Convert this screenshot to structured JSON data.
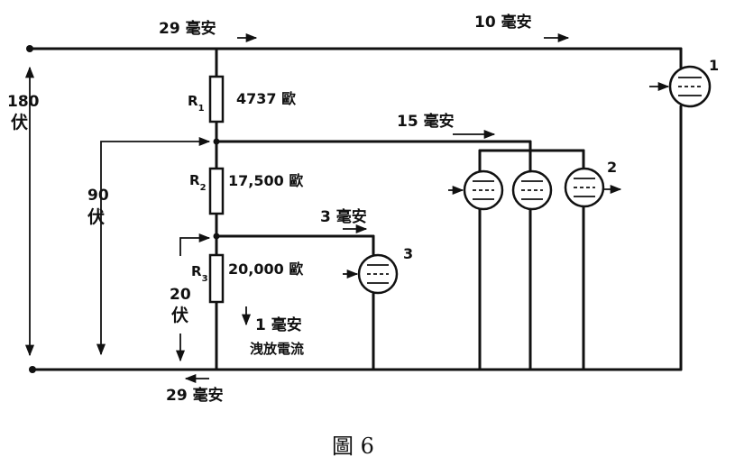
{
  "currents": {
    "top_total": "29 毫安",
    "top_tube1": "10 毫安",
    "mid_tubes2": "15 毫安",
    "tube3": "3 毫安",
    "bleeder": "1 毫安",
    "bleeder_note": "洩放電流",
    "bottom_total": "29 毫安"
  },
  "voltages": {
    "v180_num": "180",
    "v180_unit": "伏",
    "v90_num": "90",
    "v90_unit": "伏",
    "v20_num": "20",
    "v20_unit": "伏"
  },
  "resistors": {
    "r1": {
      "name": "R",
      "sub": "1",
      "value": "4737 歐"
    },
    "r2": {
      "name": "R",
      "sub": "2",
      "value": "17,500 歐"
    },
    "r3": {
      "name": "R",
      "sub": "3",
      "value": "20,000 歐"
    }
  },
  "tubes": {
    "t1": "1",
    "t2": "2",
    "t3": "3"
  },
  "caption": "圖 6"
}
